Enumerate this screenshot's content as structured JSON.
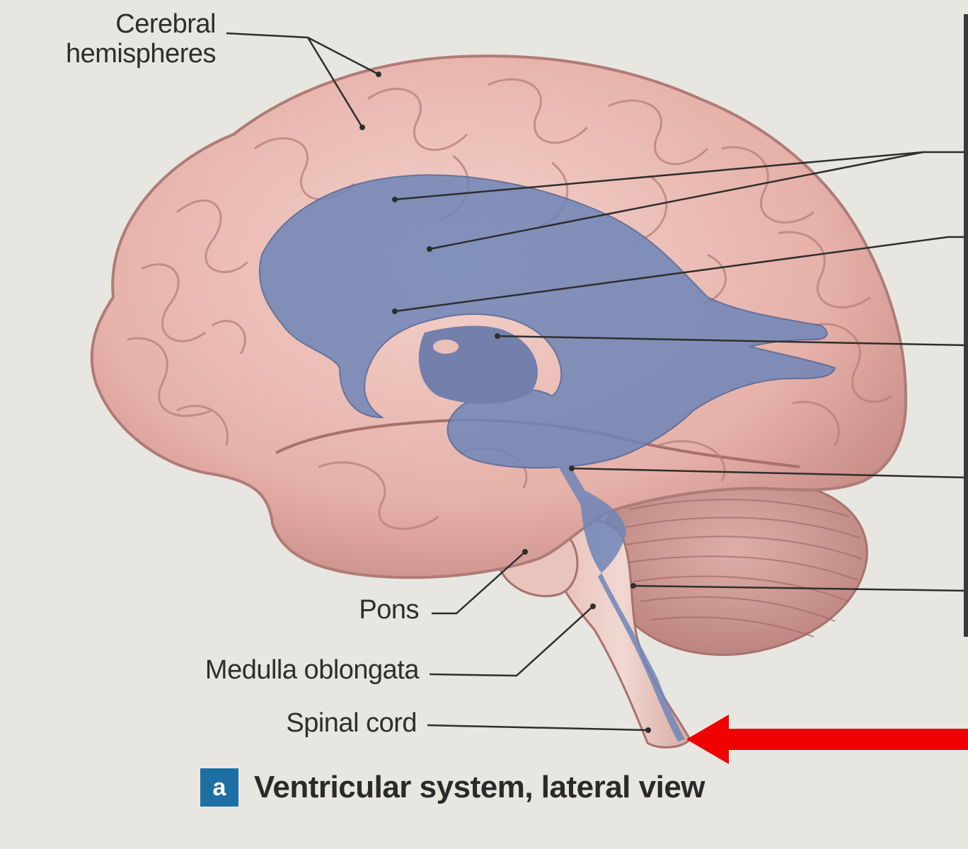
{
  "figure": {
    "labels": {
      "cerebral_hemispheres": "Cerebral\nhemispheres",
      "pons": "Pons",
      "medulla_oblongata": "Medulla oblongata",
      "spinal_cord": "Spinal cord"
    },
    "caption": {
      "badge": "a",
      "text": "Ventricular system, lateral view"
    },
    "colors": {
      "background": "#e8e6e1",
      "cortex": "#e9b9b1",
      "ventricles": "#6f86b8",
      "arrow": "#f00000",
      "badge": "#1d6fa3"
    }
  }
}
